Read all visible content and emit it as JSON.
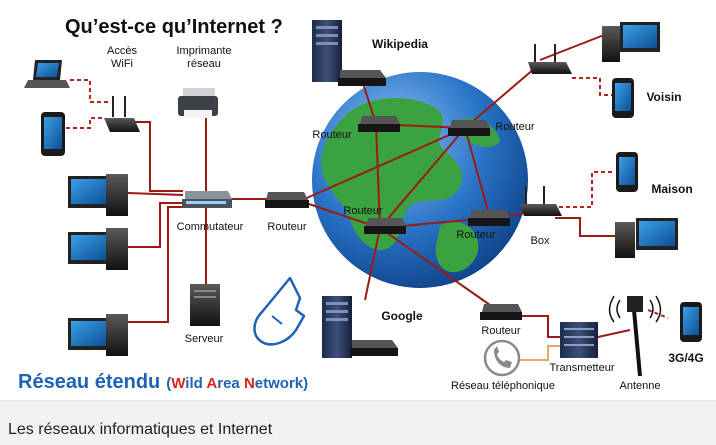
{
  "title": "Qu’est-ce qu’Internet ?",
  "labels": {
    "wifi_line1": "Accès",
    "wifi_line2": "WiFi",
    "printer_line1": "Imprimante",
    "printer_line2": "réseau",
    "wikipedia": "Wikipedia",
    "voisin": "Voisin",
    "maison": "Maison",
    "routeur_top_left": "Routeur",
    "routeur_top_right": "Routeur",
    "routeur_center": "Routeur",
    "routeur_right": "Routeur",
    "routeur_left": "Routeur",
    "routeur_bottom": "Routeur",
    "commutateur": "Commutateur",
    "box": "Box",
    "serveur": "Serveur",
    "google": "Google",
    "transmetteur": "Transmetteur",
    "reseau_telephonique": "Réseau téléphonique",
    "antenne": "Antenne",
    "mobile": "3G/4G"
  },
  "wan": {
    "main": "Réseau étendu",
    "open": "(",
    "w1": "W",
    "w2": "ild ",
    "a1": "A",
    "a2": "rea ",
    "n1": "N",
    "n2": "etwork",
    "close": ")"
  },
  "caption": "Les réseaux informatiques et Internet",
  "colors": {
    "link": "#9b1b12",
    "dashed": "#b3241a",
    "phone_link": "#e8a765",
    "wan_blue": "#1e63b4",
    "wan_red": "#d7261e",
    "ocean": "#2a74c8",
    "land": "#3aa240"
  }
}
